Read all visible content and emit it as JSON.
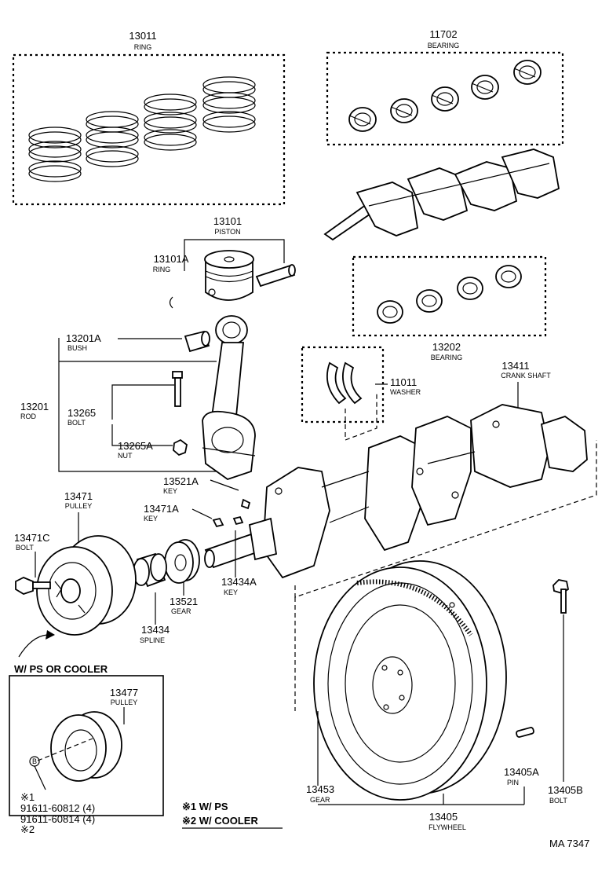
{
  "parts": {
    "p13011": {
      "num": "13011",
      "name": "RING"
    },
    "p11702": {
      "num": "11702",
      "name": "BEARING"
    },
    "p13101": {
      "num": "13101",
      "name": "PISTON"
    },
    "p13101A": {
      "num": "13101A",
      "name": "RING"
    },
    "p13201A": {
      "num": "13201A",
      "name": "BUSH"
    },
    "p13202": {
      "num": "13202",
      "name": "BEARING"
    },
    "p11011": {
      "num": "11011",
      "name": "WASHER"
    },
    "p13411": {
      "num": "13411",
      "name": "CRANK SHAFT"
    },
    "p13201": {
      "num": "13201",
      "name": "ROD"
    },
    "p13265": {
      "num": "13265",
      "name": "BOLT"
    },
    "p13265A": {
      "num": "13265A",
      "name": "NUT"
    },
    "p13521A": {
      "num": "13521A",
      "name": "KEY"
    },
    "p13471": {
      "num": "13471",
      "name": "PULLEY"
    },
    "p13471A": {
      "num": "13471A",
      "name": "KEY"
    },
    "p13471C": {
      "num": "13471C",
      "name": "BOLT"
    },
    "p13434A": {
      "num": "13434A",
      "name": "KEY"
    },
    "p13521": {
      "num": "13521",
      "name": "GEAR"
    },
    "p13434": {
      "num": "13434",
      "name": "SPLINE"
    },
    "p13477": {
      "num": "13477",
      "name": "PULLEY"
    },
    "p13405A": {
      "num": "13405A",
      "name": "PIN"
    },
    "p13405B": {
      "num": "13405B",
      "name": "BOLT"
    },
    "p13453": {
      "num": "13453",
      "name": "GEAR"
    },
    "p13405": {
      "num": "13405",
      "name": "FLYWHEEL"
    }
  },
  "inset": {
    "title": "W/ PS OR COOLER",
    "mark1": "※1",
    "part1": "91611-60812 (4)",
    "part2": "91611-60814 (4)",
    "mark2": "※2",
    "circle_letter": "B"
  },
  "legend": {
    "note1": "※1  W/ PS",
    "note2": "※2  W/ COOLER"
  },
  "drawing_code": "MA  7347"
}
